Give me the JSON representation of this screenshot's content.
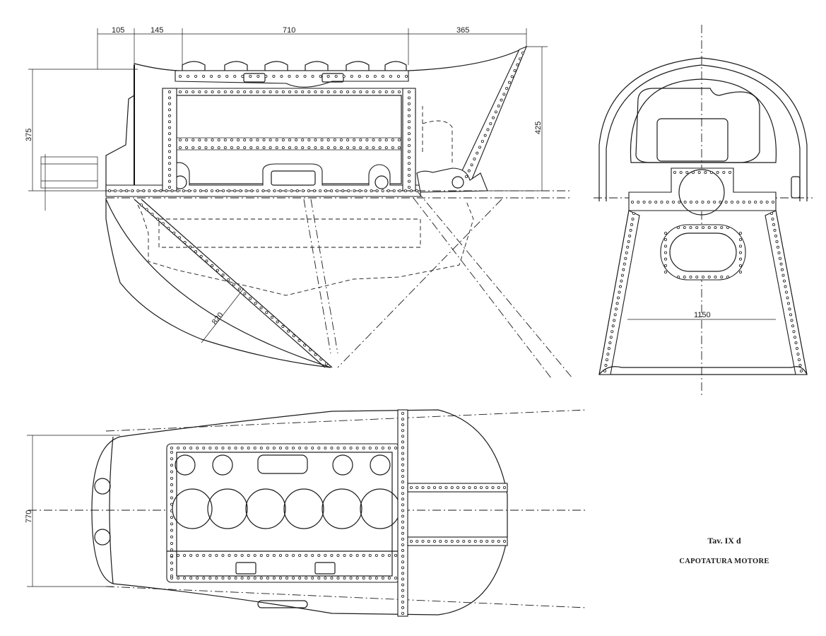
{
  "plate": {
    "number": "Tav. IX d",
    "title": "CAPOTATURA MOTORE"
  },
  "side_view": {
    "dimensions_top": [
      "105",
      "145",
      "710",
      "365"
    ],
    "dimension_left": "375",
    "dimension_right": "425",
    "dimension_diagonal": "820"
  },
  "front_view": {
    "dimension_width": "1150"
  },
  "plan_view": {
    "dimension_height": "770"
  }
}
